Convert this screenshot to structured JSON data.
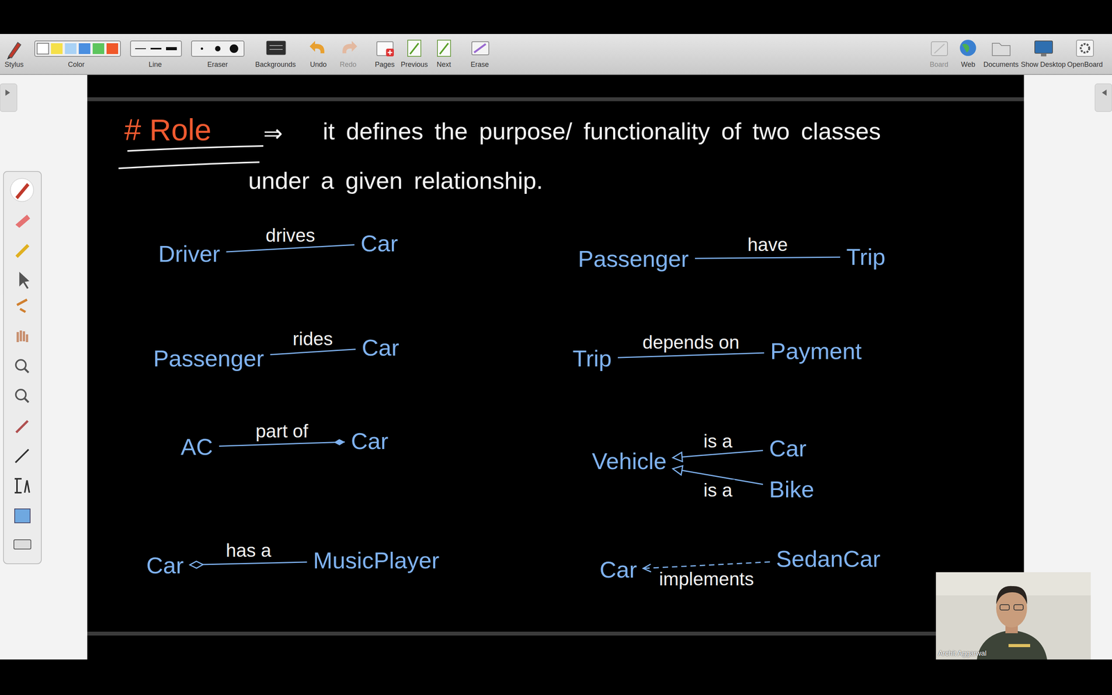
{
  "diagram": {
    "title": "# Role",
    "nodes": [
      {
        "text": [
          "Driver"
        ]
      },
      {
        "text": [
          "Car"
        ]
      },
      {
        "text": [
          "Passenger"
        ]
      },
      {
        "text": [
          "Trip"
        ]
      },
      {
        "text": [
          "Passenger"
        ]
      },
      {
        "text": [
          "Car"
        ]
      },
      {
        "text": [
          "Trip"
        ]
      },
      {
        "text": [
          "Payment"
        ]
      },
      {
        "text": [
          "AC"
        ]
      },
      {
        "text": [
          "Car"
        ]
      },
      {
        "text": [
          "Vehicle"
        ]
      },
      {
        "text": [
          "Car"
        ]
      },
      {
        "text": [
          "Bike"
        ]
      },
      {
        "text": [
          "Car"
        ]
      },
      {
        "text": [
          "MusicPlayer"
        ]
      },
      {
        "text": [
          "Car"
        ]
      },
      {
        "text": [
          "SedanCar"
        ]
      }
    ],
    "edges": [
      {
        "from": 0,
        "to": 1,
        "label": "drives",
        "arrow": "none"
      },
      {
        "from": 2,
        "to": 3,
        "label": "have",
        "arrow": "none"
      },
      {
        "from": 4,
        "to": 5,
        "label": "rides",
        "arrow": "none"
      },
      {
        "from": 6,
        "to": 7,
        "label": "depends on",
        "arrow": "none"
      },
      {
        "from": 8,
        "to": 9,
        "label": "part of",
        "arrow": "to"
      },
      {
        "from": 11,
        "to": 10,
        "label": "is a",
        "arrow": "to"
      },
      {
        "from": 12,
        "to": 10,
        "label": "is a",
        "arrow": "to"
      },
      {
        "from": 14,
        "to": 13,
        "label": "has a",
        "arrow": "to"
      },
      {
        "from": 16,
        "to": 15,
        "label": "implements",
        "arrow": "to"
      }
    ],
    "labels": [
      "⇒",
      "it defines the purpose/ functionality of two classes under a given relationship.",
      "Stylus",
      "Color",
      "Line",
      "Eraser",
      "Backgrounds",
      "Undo",
      "Redo",
      "Pages",
      "Previous",
      "Next",
      "Erase",
      "Board",
      "Web",
      "Documents",
      "Show Desktop",
      "OpenBoard",
      "Archit Aggarwal"
    ]
  }
}
